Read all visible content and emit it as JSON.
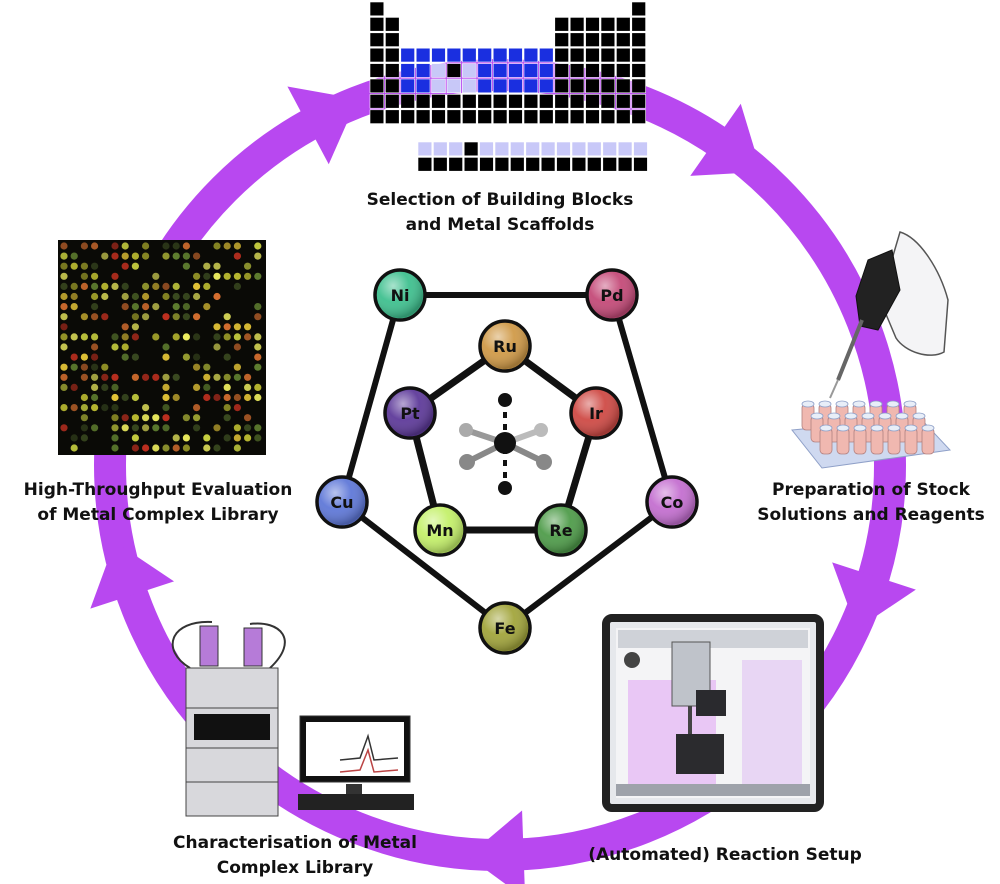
{
  "steps": {
    "selection": {
      "line1": "Selection of Building Blocks",
      "line2": "and Metal Scaffolds"
    },
    "preparation": {
      "line1": "Preparation of Stock",
      "line2": "Solutions and Reagents"
    },
    "reaction": {
      "line1": "(Automated) Reaction Setup"
    },
    "characterisation": {
      "line1": "Characterisation of Metal",
      "line2": "Complex Library"
    },
    "evaluation": {
      "line1": "High-Throughput Evaluation",
      "line2": "of Metal Complex Library"
    }
  },
  "outer_metals": [
    {
      "symbol": "Ni",
      "color": "#3fc08f"
    },
    {
      "symbol": "Pd",
      "color": "#c44a78"
    },
    {
      "symbol": "Co",
      "color": "#c46fd0"
    },
    {
      "symbol": "Fe",
      "color": "#a2a53c"
    },
    {
      "symbol": "Cu",
      "color": "#5f78d8"
    }
  ],
  "inner_metals": [
    {
      "symbol": "Ru",
      "color": "#d09a48"
    },
    {
      "symbol": "Ir",
      "color": "#cf4a45"
    },
    {
      "symbol": "Re",
      "color": "#4f9c4a"
    },
    {
      "symbol": "Mn",
      "color": "#c4f06a"
    },
    {
      "symbol": "Pt",
      "color": "#5e3a9a"
    }
  ],
  "colors": {
    "cycle_arrow": "#b848f0",
    "table_highlight": "#1a2fe0",
    "table_light": "#c8c8f8"
  }
}
